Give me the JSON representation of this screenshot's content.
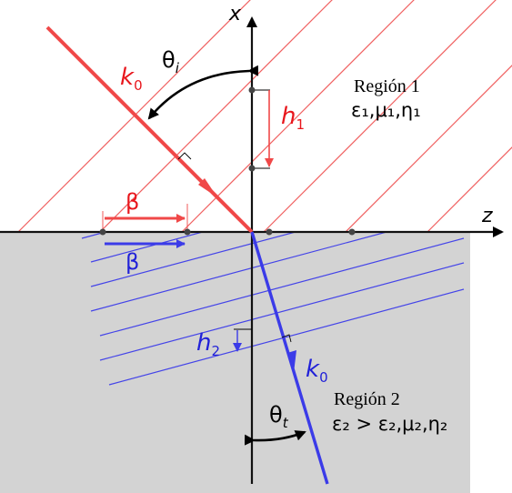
{
  "axes": {
    "x_label": "x",
    "z_label": "z"
  },
  "incident": {
    "wave_label": "k",
    "wave_sub": "0",
    "angle_symbol": "θ",
    "angle_sub": "i",
    "spacing_label": "h",
    "spacing_sub": "1",
    "beta_label": "β"
  },
  "transmitted": {
    "wave_label": "k",
    "wave_sub": "0",
    "angle_symbol": "θ",
    "angle_sub": "t",
    "spacing_label": "h",
    "spacing_sub": "2",
    "beta_label": "β"
  },
  "region1": {
    "title": "Región 1",
    "params": "ε₁,μ₁,η₁"
  },
  "region2": {
    "title": "Región 2",
    "params": "ε₂ > ε₂,μ₂,η₂"
  },
  "colors": {
    "incident": "#f05050",
    "transmitted": "#3b3be8",
    "medium2": "#d3d3d3"
  }
}
